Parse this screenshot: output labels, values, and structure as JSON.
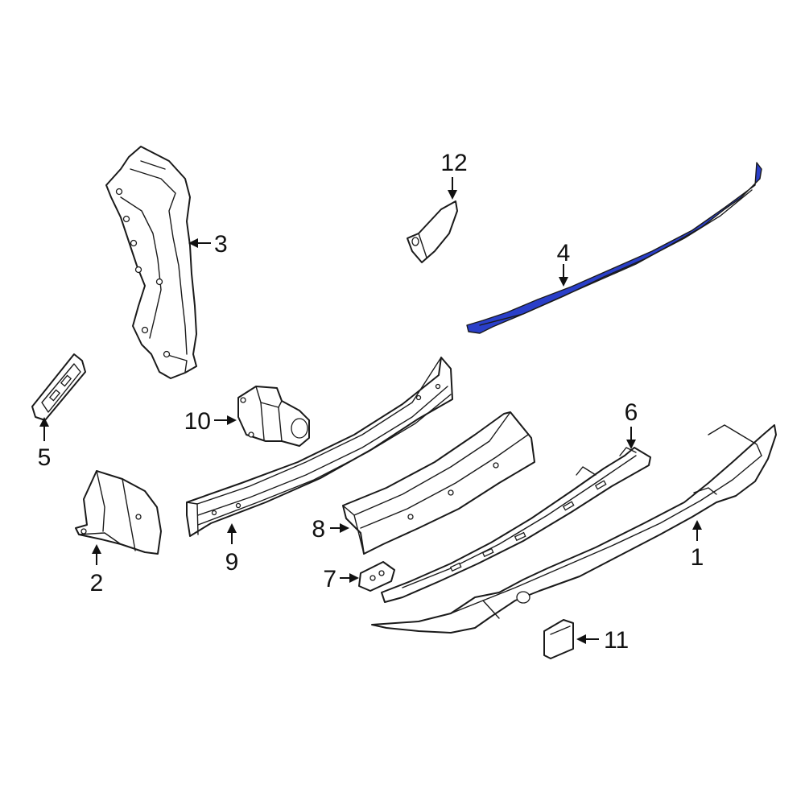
{
  "diagram": {
    "highlight_color": "#2a3fc9",
    "line_color": "#1a1a1a",
    "background": "#ffffff",
    "callouts": [
      {
        "id": "1",
        "label": "1"
      },
      {
        "id": "2",
        "label": "2"
      },
      {
        "id": "3",
        "label": "3"
      },
      {
        "id": "4",
        "label": "4",
        "highlighted": true
      },
      {
        "id": "5",
        "label": "5"
      },
      {
        "id": "6",
        "label": "6"
      },
      {
        "id": "7",
        "label": "7"
      },
      {
        "id": "8",
        "label": "8"
      },
      {
        "id": "9",
        "label": "9"
      },
      {
        "id": "10",
        "label": "10"
      },
      {
        "id": "11",
        "label": "11"
      },
      {
        "id": "12",
        "label": "12"
      }
    ]
  }
}
